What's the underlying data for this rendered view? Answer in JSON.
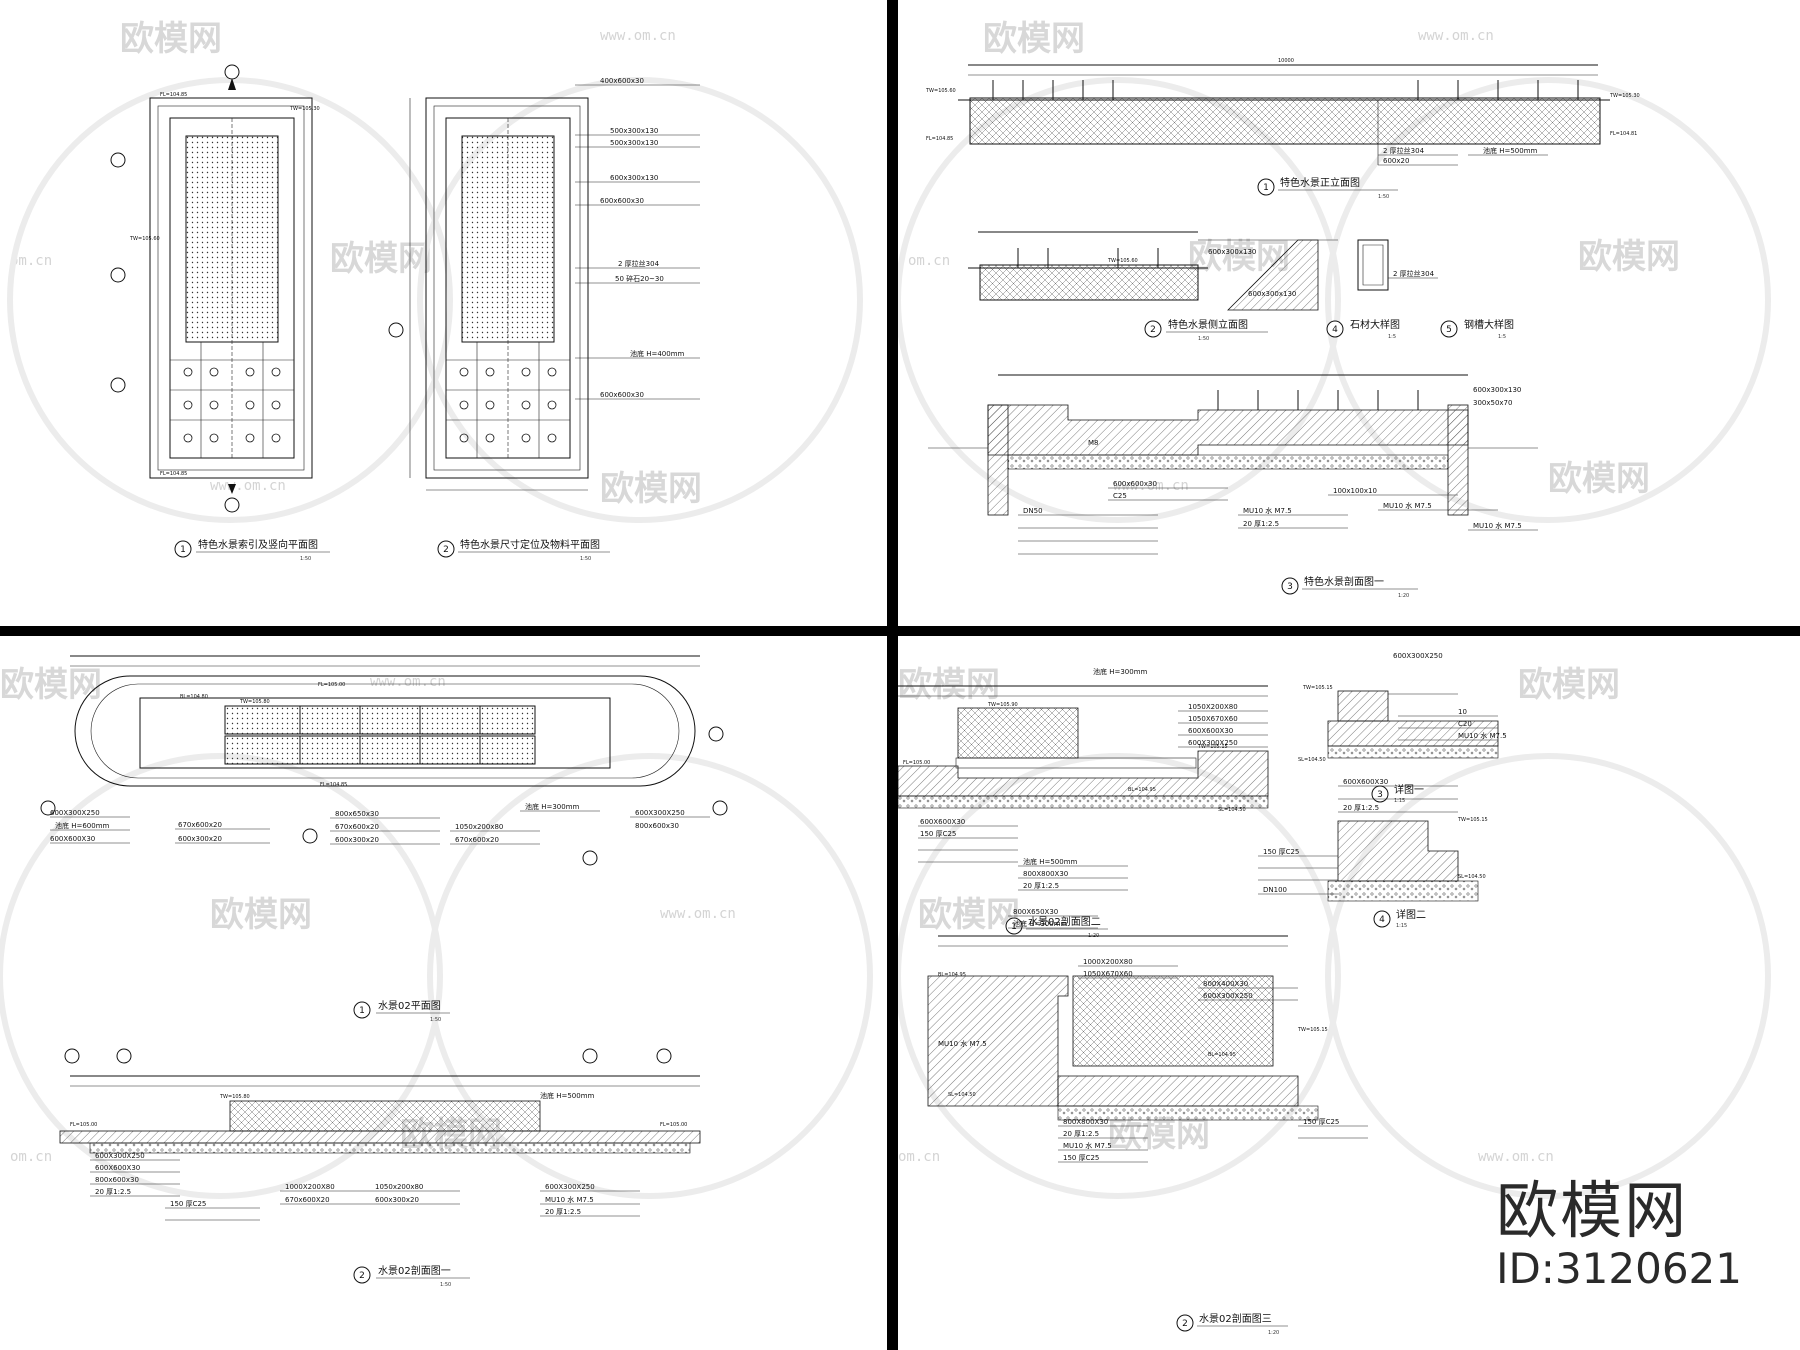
{
  "watermark": {
    "text": "欧模网",
    "url": "www.om.cn",
    "url_fragment": "om.cn"
  },
  "brand": {
    "name": "欧模网",
    "id": "ID:3120621"
  },
  "panels": {
    "p1": {
      "titles": [
        {
          "num": "1",
          "text": "特色水景索引及竖向平面图",
          "scale": "1:50"
        },
        {
          "num": "2",
          "text": "特色水景尺寸定位及物料平面图",
          "scale": "1:50"
        }
      ],
      "notes": [
        "400x600x30",
        "500x300x130",
        "500x300x130",
        "600x300x130",
        "600x600x30",
        "2 厚拉丝304",
        "50 碎石20~30",
        "池底 H=400mm",
        "600x600x30"
      ],
      "levels": [
        "FL=104.85",
        "TW=105.30",
        "TW=105.60",
        "FL=104.85"
      ]
    },
    "p2": {
      "titles": [
        {
          "num": "1",
          "text": "特色水景正立面图",
          "scale": "1:50"
        },
        {
          "num": "2",
          "text": "特色水景侧立面图",
          "scale": "1:50"
        },
        {
          "num": "4",
          "text": "石材大样图",
          "scale": "1:5"
        },
        {
          "num": "5",
          "text": "钢槽大样图",
          "scale": "1:5"
        },
        {
          "num": "3",
          "text": "特色水景剖面图一",
          "scale": "1:20"
        }
      ],
      "notes": [
        "10000",
        "2 厚拉丝304",
        "600x20",
        "池底 H=500mm",
        "600x300x130",
        "600x300x130",
        "300x50x70",
        "M8",
        "600x600x30",
        "C25",
        "MU10 水 M7.5",
        "20 厚1:2.5",
        "100x100x10",
        "DN50"
      ],
      "levels": [
        "TW=105.60",
        "FL=104.85",
        "TW=105.30",
        "FL=104.81"
      ]
    },
    "p3": {
      "titles": [
        {
          "num": "1",
          "text": "水景02平面图",
          "scale": "1:50"
        },
        {
          "num": "2",
          "text": "水景02剖面图一",
          "scale": "1:50"
        }
      ],
      "notes": [
        "600X300X250",
        "池底 H=600mm",
        "600X600X30",
        "800x650x30",
        "670x600x20",
        "600x300x20",
        "1050x200x80",
        "670x600x20",
        "池底 H=300mm",
        "800x600x30",
        "150 厚C25",
        "1000X200X80",
        "670x600X20",
        "MU10 水 M7.5",
        "20 厚1:2.5",
        "池底 H=500mm"
      ],
      "levels": [
        "FL=105.00",
        "TW=105.80",
        "BL=104.80",
        "FL=104.85"
      ]
    },
    "p4": {
      "titles": [
        {
          "num": "1",
          "text": "水景02剖面图二",
          "scale": "1:20"
        },
        {
          "num": "3",
          "text": "详图一",
          "scale": "1:15"
        },
        {
          "num": "4",
          "text": "详图二",
          "scale": "1:15"
        },
        {
          "num": "2",
          "text": "水景02剖面图三",
          "scale": "1:20"
        }
      ],
      "notes": [
        "池底 H=300mm",
        "1050X200X80",
        "1050X670X60",
        "600X600X30",
        "600X300X250",
        "600X600X30",
        "150 厚C25",
        "池底 H=500mm",
        "800X800X30",
        "20 厚1:2.5",
        "600X300X250",
        "10",
        "C20",
        "MU10 水 M7.5",
        "600X600X30",
        "20 厚1:2.5",
        "DN100",
        "800X650X30",
        "池底 H=300mm",
        "1000X200X80",
        "800X400X30",
        "600X300X250",
        "1050X670X60",
        "MU10 水 M7.5",
        "150 厚C25"
      ],
      "levels": [
        "TW=105.90",
        "FL=105.00",
        "TW=105.15",
        "SL=104.50",
        "BL=104.95",
        "TW=105.15"
      ]
    }
  }
}
